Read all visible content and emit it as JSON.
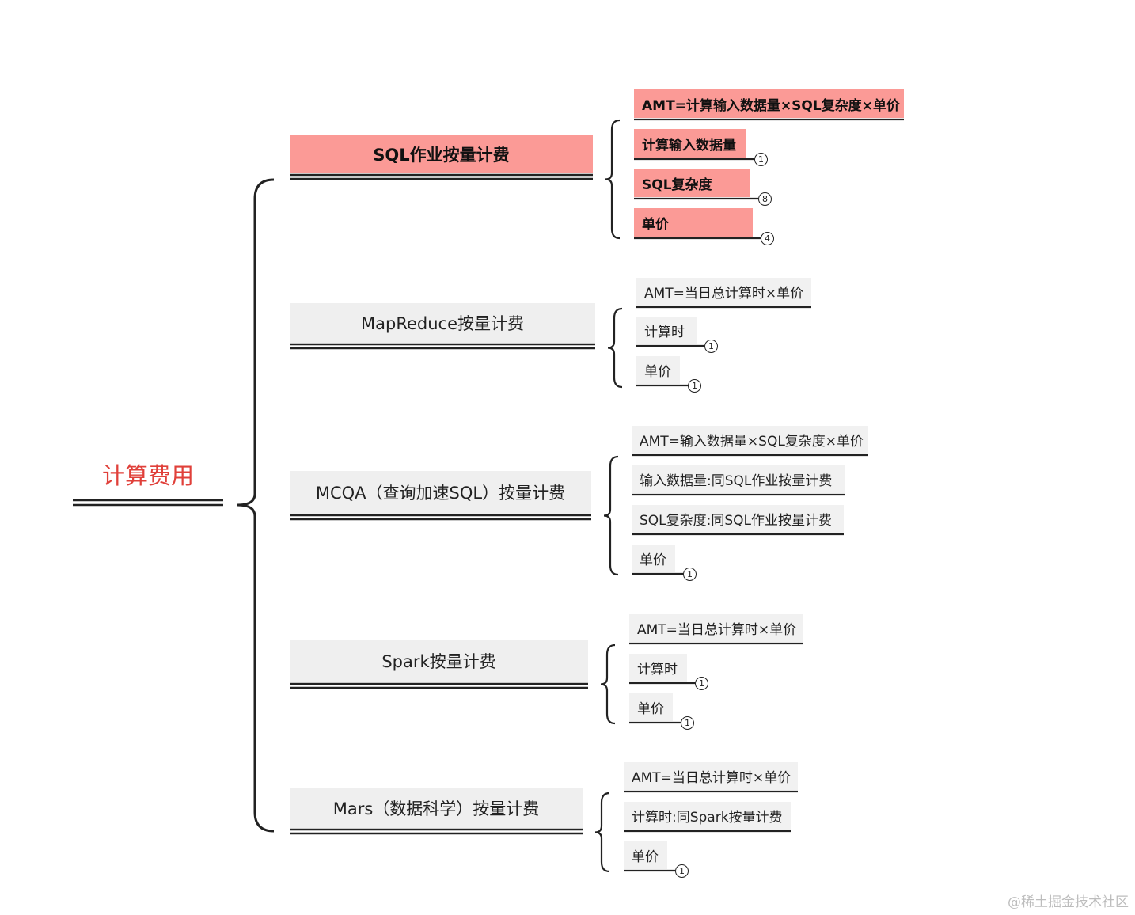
{
  "root": {
    "label": "计算费用"
  },
  "branches": [
    {
      "label": "SQL作业按量计费",
      "highlight": true,
      "items": [
        {
          "label": "AMT=计算输入数据量×SQL复杂度×单价",
          "badge": ""
        },
        {
          "label": "计算输入数据量",
          "badge": "1"
        },
        {
          "label": "SQL复杂度",
          "badge": "8"
        },
        {
          "label": "单价",
          "badge": "4"
        }
      ]
    },
    {
      "label": "MapReduce按量计费",
      "highlight": false,
      "items": [
        {
          "label": "AMT=当日总计算时×单价",
          "badge": ""
        },
        {
          "label": "计算时",
          "badge": "1"
        },
        {
          "label": "单价",
          "badge": "1"
        }
      ]
    },
    {
      "label": "MCQA（查询加速SQL）按量计费",
      "highlight": false,
      "items": [
        {
          "label": "AMT=输入数据量×SQL复杂度×单价",
          "badge": ""
        },
        {
          "label": "输入数据量:同SQL作业按量计费",
          "badge": ""
        },
        {
          "label": "SQL复杂度:同SQL作业按量计费",
          "badge": ""
        },
        {
          "label": "单价",
          "badge": "1"
        }
      ]
    },
    {
      "label": "Spark按量计费",
      "highlight": false,
      "items": [
        {
          "label": "AMT=当日总计算时×单价",
          "badge": ""
        },
        {
          "label": "计算时",
          "badge": "1"
        },
        {
          "label": "单价",
          "badge": "1"
        }
      ]
    },
    {
      "label": "Mars（数据科学）按量计费",
      "highlight": false,
      "items": [
        {
          "label": "AMT=当日总计算时×单价",
          "badge": ""
        },
        {
          "label": "计算时:同Spark按量计费",
          "badge": ""
        },
        {
          "label": "单价",
          "badge": "1"
        }
      ]
    }
  ],
  "watermark": "@稀土掘金技术社区",
  "colors": {
    "root_text": "#e0403a",
    "highlight_fill": "#fb9a96",
    "node_fill": "#efefef",
    "line": "#222222"
  }
}
